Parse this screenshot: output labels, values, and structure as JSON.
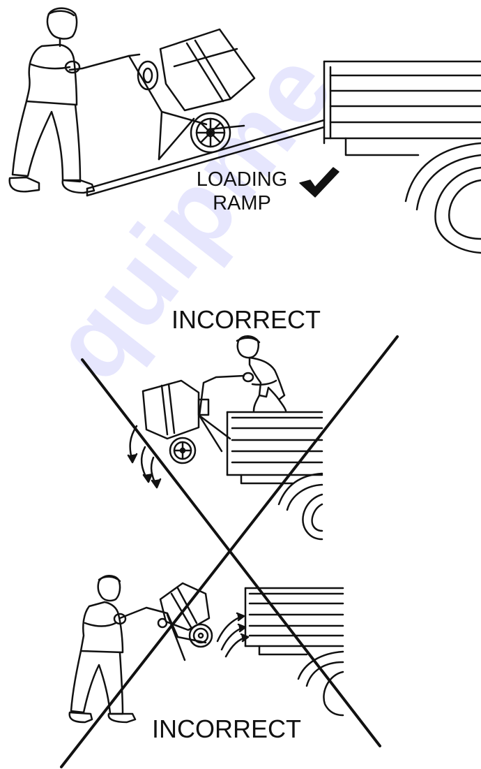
{
  "panels": {
    "top": {
      "label_line1": "LOADING",
      "label_line2": "RAMP",
      "status_mark": "check-icon"
    },
    "middle": {
      "label": "INCORRECT",
      "status_mark": "cross-out"
    },
    "bottom": {
      "label": "INCORRECT",
      "status_mark": "cross-out"
    }
  },
  "watermark": {
    "text": "quipme"
  },
  "colors": {
    "line": "#111111",
    "watermark": "#4a4af0",
    "background": "#ffffff"
  }
}
